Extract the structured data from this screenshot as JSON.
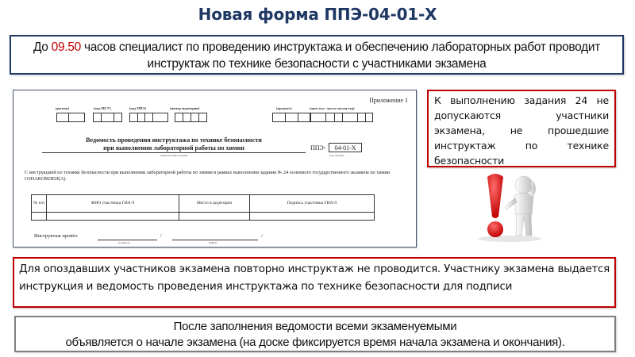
{
  "title": "Новая форма ППЭ-04-01-Х",
  "top_box": {
    "prefix": "До ",
    "time": "09.50",
    "line1_rest": " часов специалист по проведению инструктажа и обеспечению лабораторных работ проводит",
    "line2": "инструктаж по технике безопасности с участниками экзамена",
    "time_color": "#c00000"
  },
  "form": {
    "appendix": "Приложение 1",
    "field_labels": {
      "region": "(регион)",
      "msu_code": "(код МСУ)",
      "ppe_code": "(код ППЭ)",
      "room_number": "(номер аудитории)",
      "subject": "(предмет)",
      "exam_date": "(дата экз.: число-месяц-год)"
    },
    "form_name_line1": "Ведомость проведения инструктажа по технике безопасности",
    "form_name_line2": "при выполнении лабораторной работы по химии",
    "form_name_caption": "(наименование формы)",
    "code_prefix": "ППЭ-",
    "code": "04-01-Х",
    "code_caption": "(код формы)",
    "intro_text": "С инструкцией по технике безопасности при выполнении лабораторной работы по химии в рамках выполнения задания № 24 основного государственного экзамена по химии ОЗНАКОМЛЕН(А).",
    "table": {
      "headers": [
        "№ п/п",
        "ФИО участника ГИА-9",
        "Место в аудитории",
        "Подпись участника ГИА-9"
      ],
      "rows": [
        [
          "",
          "",
          "",
          ""
        ]
      ]
    },
    "signed_label": "Инструктаж провёл",
    "signature_caption": "(подпись)",
    "fio_caption": "(ФИО)",
    "slash": "/"
  },
  "right_box": {
    "text": "К выполнению задания 24 не допускаются участники экзамена, не прошедшие инструктаж по технике безопасности",
    "border_color": "#c00000"
  },
  "figure": {
    "icon": "exclamation-person-icon"
  },
  "late_box": {
    "text": "Для опоздавших участников экзамена повторно инструктаж не проводится. Участнику экзамена выдается инструкция и ведомость проведения инструктажа по технике безопасности для подписи"
  },
  "bottom_box": {
    "line1": "После заполнения ведомости всеми экзаменуемыми",
    "line2": "объявляется о начале экзамена (на доске фиксируется время начала экзамена и окончания)."
  }
}
